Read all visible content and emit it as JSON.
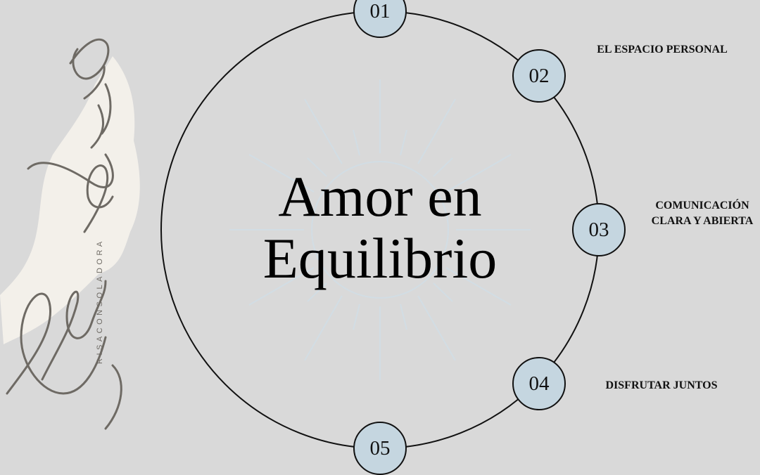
{
  "title": {
    "line1": "Amor en",
    "line2": "Equilibrio"
  },
  "brand": {
    "signature_name": "Giovanna Bonnelly",
    "subtitle": "RISACONSOLADORA"
  },
  "nodes": [
    {
      "number": "01",
      "label": ""
    },
    {
      "number": "02",
      "label": "EL ESPACIO PERSONAL"
    },
    {
      "number": "03",
      "label_line1": "COMUNICACIÓN",
      "label_line2": "CLARA Y ABIERTA"
    },
    {
      "number": "04",
      "label": "DISFRUTAR JUNTOS"
    },
    {
      "number": "05",
      "label": ""
    }
  ],
  "colors": {
    "background": "#d9d9d9",
    "node_fill": "#c5d6e0",
    "ring_stroke": "#111111",
    "sun_motif": "#d2dde4",
    "brush_stroke": "#f3f0ea",
    "signature": "#6e6a64"
  }
}
